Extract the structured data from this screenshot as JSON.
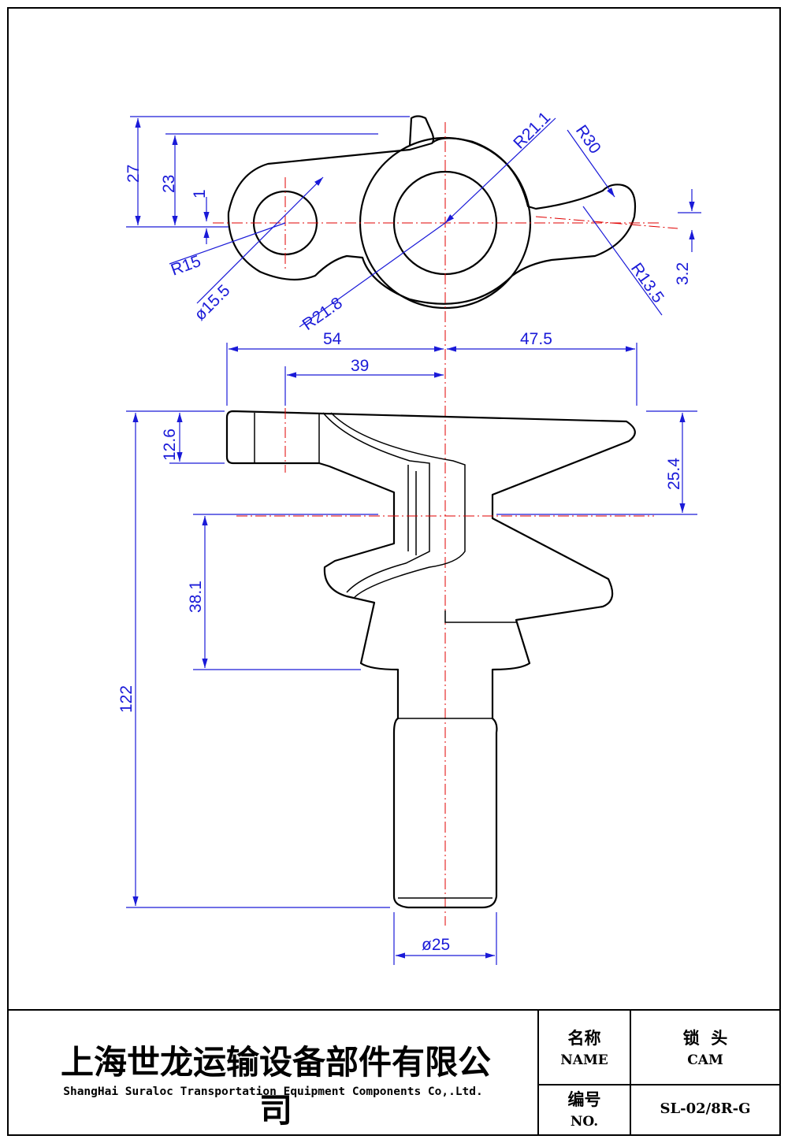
{
  "drawing": {
    "top_view_dimensions": {
      "d27": "27",
      "d23": "23",
      "d1": "1",
      "r15": "R15",
      "dia15_5": "ø15.5",
      "r21_8": "R21.8",
      "r21_1": "R21.1",
      "r30": "R30",
      "r13_5": "R13.5",
      "d3_2": "3.2"
    },
    "side_view_dimensions": {
      "d54": "54",
      "d47_5": "47.5",
      "d39": "39",
      "d12_6": "12.6",
      "d25_4": "25.4",
      "d38_1": "38.1",
      "d122": "122",
      "dia25": "ø25"
    },
    "colors": {
      "dimension": "#1a1ad8",
      "centerline": "#e00000",
      "outline": "#000000"
    }
  },
  "title_block": {
    "company_cn": "上海世龙运输设备部件有限公司",
    "company_en": "ShangHai Suraloc Transportation Equipment Components Co,.Ltd.",
    "name_label_cn": "名称",
    "name_label_en": "NAME",
    "name_value_cn": "锁  头",
    "name_value_en": "CAM",
    "no_label_cn": "编号",
    "no_label_en": "NO.",
    "no_value": "SL-02/8R-G"
  }
}
